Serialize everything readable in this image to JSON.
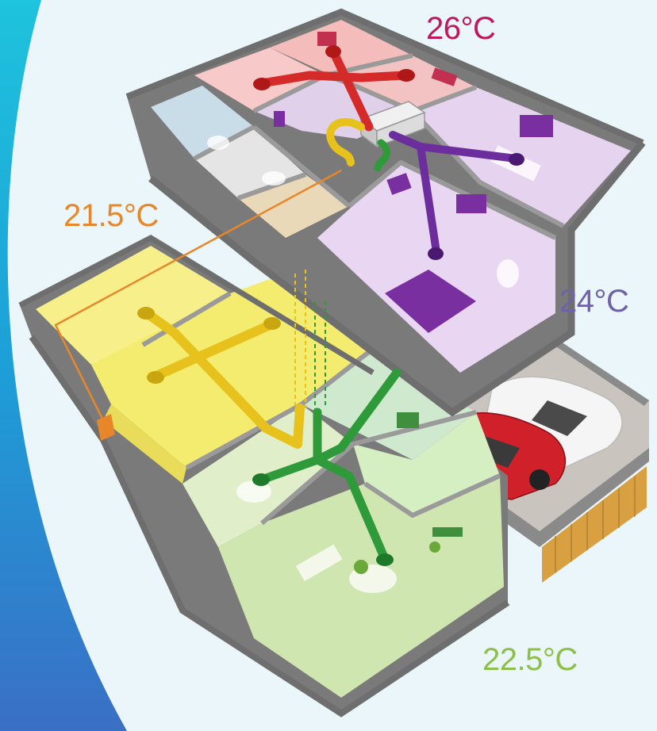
{
  "zones": [
    {
      "id": "upstairs-bedrooms",
      "temperature": "26°C",
      "color": "#c2165f",
      "duct_color": "#d42a2a",
      "floor_tint": "#f7c9c9"
    },
    {
      "id": "upstairs-living",
      "temperature": "24°C",
      "color": "#6f62a8",
      "duct_color": "#6b2e9c",
      "floor_tint": "#e6d3ef"
    },
    {
      "id": "downstairs-study",
      "temperature": "21.5°C",
      "color": "#e8872a",
      "duct_color": "#e8c21c",
      "floor_tint": "#f7f08a"
    },
    {
      "id": "downstairs-living",
      "temperature": "22.5°C",
      "color": "#8cc04a",
      "duct_color": "#2e9a3a",
      "floor_tint": "#d6efc2"
    }
  ],
  "colors": {
    "background": "#eaf6fa",
    "swoosh": "#1aa6d6",
    "wall": "#8a8a8a",
    "wall_top": "#6e6e6e",
    "air_unit": "#d8d8d8",
    "control_line": "#e8872a"
  },
  "icons": [
    "air-conditioning-unit",
    "return-air-grille",
    "car-icon",
    "car-icon"
  ]
}
